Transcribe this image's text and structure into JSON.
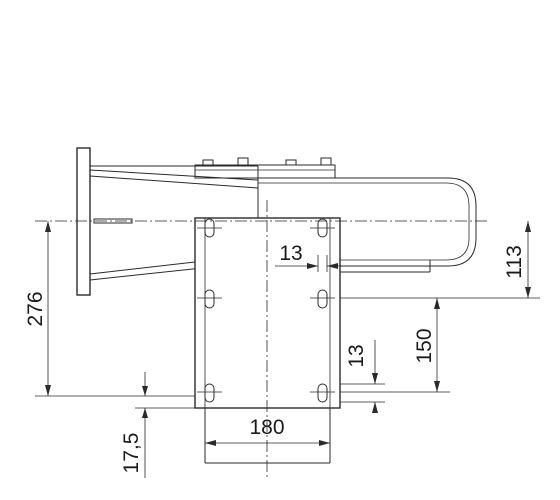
{
  "dimensions": {
    "overall_height": "276",
    "slot_width": "13",
    "axis_to_slot": "113",
    "slot_spacing": "150",
    "slot_length": "13",
    "bottom_offset": "17,5",
    "plate_width": "180"
  }
}
